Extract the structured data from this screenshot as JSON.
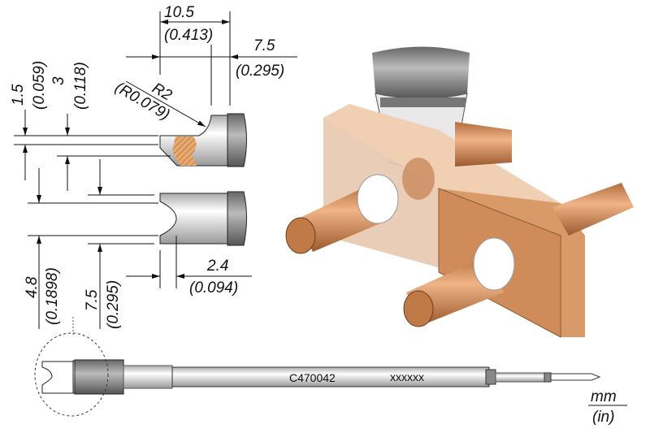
{
  "title": "C470042 soldering cartridge tip drawing",
  "dimensions": {
    "length_total": {
      "mm": "10.5",
      "in": "(0.413)"
    },
    "length_slot": {
      "mm": "7.5",
      "in": "(0.295)"
    },
    "radius": {
      "mm": "R2",
      "in": "(R0.079)"
    },
    "thickness_tip": {
      "mm": "1.5",
      "in": "(0.059)"
    },
    "thickness_body": {
      "mm": "3",
      "in": "(0.118)"
    },
    "slot_width": {
      "mm": "4.8",
      "in": "(0.1898)"
    },
    "tip_width": {
      "mm": "7.5",
      "in": "(0.295)"
    },
    "slot_depth": {
      "mm": "2.4",
      "in": "(0.094)"
    }
  },
  "part_number": "C470042",
  "serial_placeholder": "xxxxxx",
  "units": {
    "primary": "mm",
    "secondary": "(in)"
  },
  "colors": {
    "copper": "#d9925e",
    "plate": "#e8b48c",
    "steel": "#8a8a8a"
  }
}
